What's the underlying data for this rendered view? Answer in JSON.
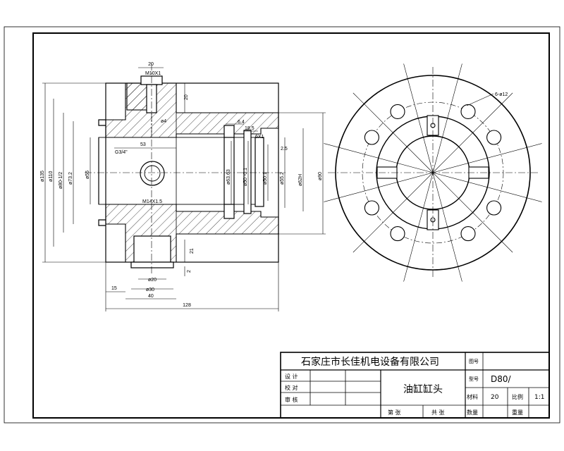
{
  "dimensions": {
    "d_total_width": "128",
    "d_top_flange_width": "20",
    "d_m10": "M10X1",
    "d_top_20": "20",
    "d_phi4": "ø4",
    "d_6_4": "6.4",
    "d_18_5": "18.5",
    "d_6x1": "6X1",
    "d_2_5": "2.5",
    "d_53": "53",
    "d_g34": "G3/4\"",
    "d_m14": "M14X1.5",
    "d_phi135": "ø135",
    "d_phi110": "ø110",
    "d_phi80": "ø80-1/2",
    "d_phi73": "ø73.2",
    "d_phi55": "ø55",
    "d_phi63": "ø63.63",
    "d_phi50_1": "ø50 -0.1",
    "d_phi50_2": "ø50.1",
    "d_phi55_2": "ø55.2",
    "d_phi62": "ø62H",
    "d_phi90": "ø90",
    "d_phi20": "ø20",
    "d_phi30": "ø30",
    "d_40": "40",
    "d_15": "15",
    "d_21": "21",
    "d_2": "2",
    "d_6phi12": "6-ø12"
  },
  "title_block": {
    "company": "石家庄市长佳机电设备有限公司",
    "part_name": "油缸缸头",
    "label_design": "设 计",
    "label_check": "校 对",
    "label_review": "审 核",
    "label_drawing_no": "图号",
    "label_model": "型号",
    "model_value": "D80/",
    "label_material": "材料",
    "material_value": "20",
    "label_scale": "比例",
    "scale_value": "1:1",
    "label_qty": "数量",
    "label_weight": "重量",
    "sheet_no": "第 张",
    "sheet_total": "共 张"
  }
}
